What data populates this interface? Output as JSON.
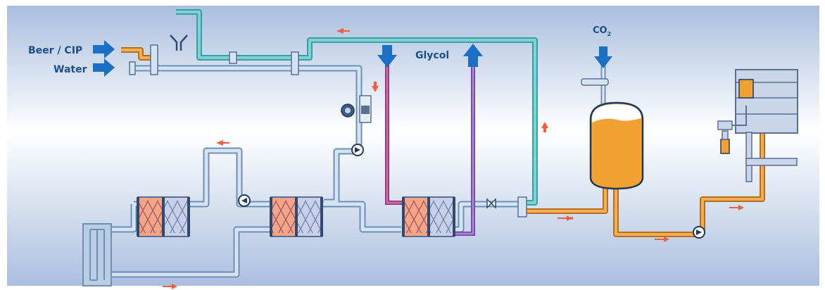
{
  "labels": {
    "beer_cip": "Beer / CIP",
    "water": "Water",
    "glycol": "Glycol",
    "co2_main": "CO",
    "co2_sub": "2"
  },
  "colors": {
    "background_top": "#a9bedf",
    "background_mid": "#ffffff",
    "water_pipe": "#b9cde3",
    "water_pipe_edge": "#6f8fb8",
    "return_pipe": "#5ec2c5",
    "beer_pipe": "#e39a3a",
    "glycol_in": "#b0488e",
    "glycol_out": "#8a5cc0",
    "tank_fill": "#f0a130",
    "heat_section": "#f6a386",
    "cool_section": "#c9cfe6",
    "arrow_blue": "#1b6fc4",
    "flow_arrow": "#f0603c"
  }
}
